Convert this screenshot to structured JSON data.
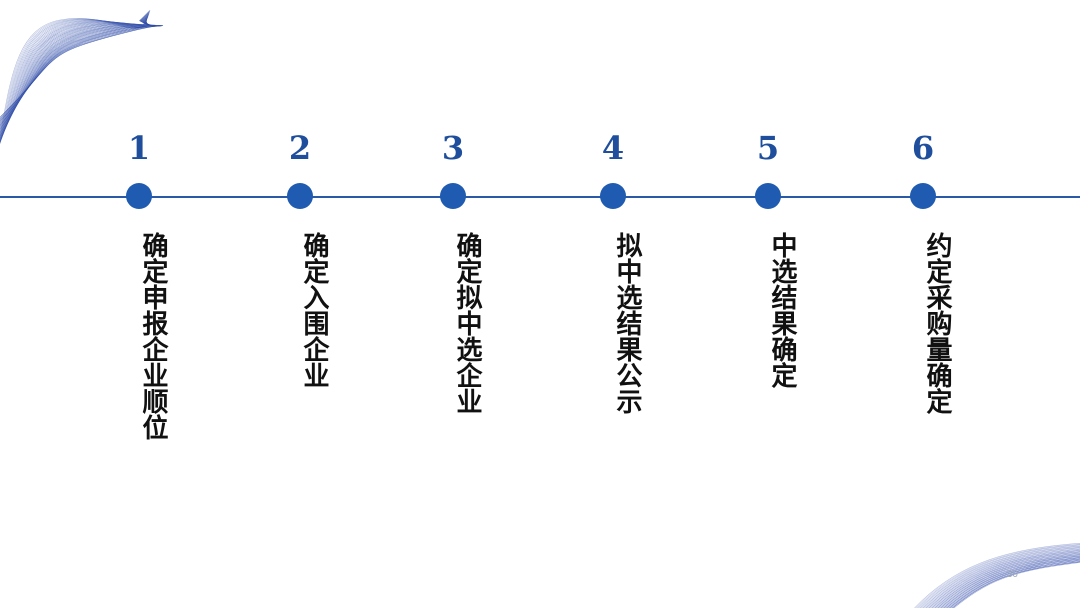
{
  "accent_color": "#1f5bb0",
  "steps": [
    {
      "number": "1",
      "label": "确定申报企业顺位"
    },
    {
      "number": "2",
      "label": "确定入围企业"
    },
    {
      "number": "3",
      "label": "确定拟中选企业"
    },
    {
      "number": "4",
      "label": "拟中选结果公示"
    },
    {
      "number": "5",
      "label": "中选结果确定"
    },
    {
      "number": "6",
      "label": "约定采购量确定"
    }
  ],
  "page_number": "30"
}
